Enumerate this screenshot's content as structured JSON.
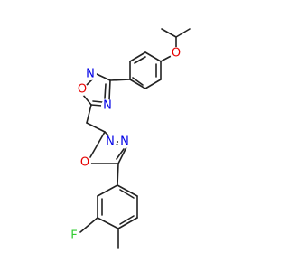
{
  "molecule": {
    "atoms": {
      "o_ether": {
        "label": "O",
        "color": "#e60000"
      },
      "n_top_a": {
        "label": "N",
        "color": "#0000e6"
      },
      "o_top": {
        "label": "O",
        "color": "#e60000"
      },
      "n_top_b": {
        "label": "N",
        "color": "#0000e6"
      },
      "n_bot_a": {
        "label": "N",
        "color": "#0000e6"
      },
      "n_bot_b": {
        "label": "N",
        "color": "#0000e6"
      },
      "o_bot": {
        "label": "O",
        "color": "#e60000"
      },
      "f": {
        "label": "F",
        "color": "#33cc33"
      }
    },
    "bond_color": "#222222"
  }
}
